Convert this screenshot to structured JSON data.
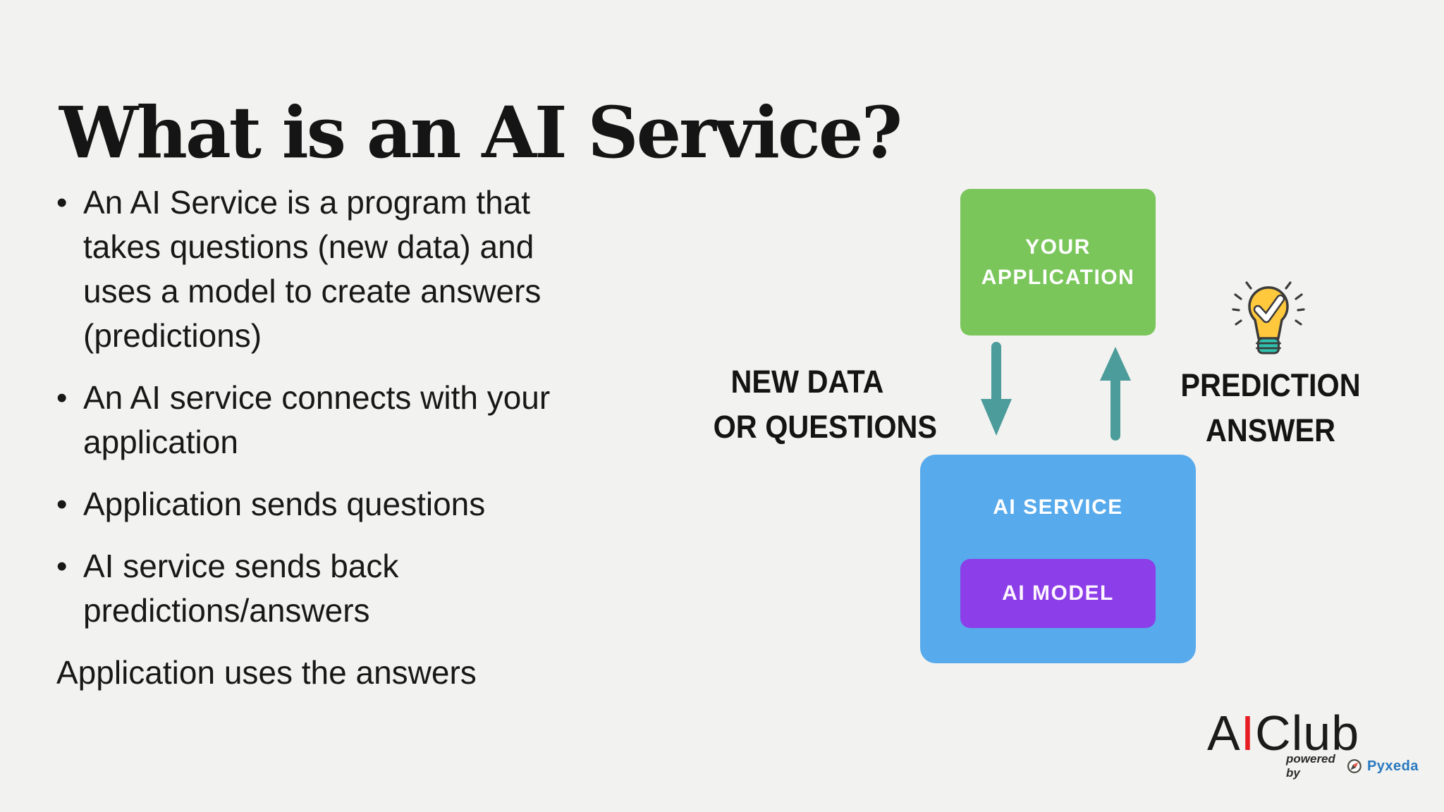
{
  "slide": {
    "title": "What is an AI Service?",
    "bullets": [
      "An AI Service is a program that takes questions (new data) and uses a model to create answers (predictions)",
      "An AI service connects with your application",
      "Application sends questions",
      "AI service sends back predictions/answers"
    ],
    "closing_line": "Application uses the answers",
    "background_color": "#f2f2f0"
  },
  "diagram": {
    "application_box": {
      "label": "YOUR APPLICATION",
      "color": "#7ac65b"
    },
    "request_label": {
      "line1": "NEW DATA",
      "line2": "OR QUESTIONS"
    },
    "response_label": {
      "line1": "PREDICTION",
      "line2": "ANSWER"
    },
    "service_box": {
      "label": "AI SERVICE",
      "color": "#57aaec"
    },
    "model_box": {
      "label": "AI MODEL",
      "color": "#8c3ee8"
    },
    "arrow_color": "#4c9c9b",
    "icons": {
      "bulb": "lightbulb-check-icon"
    }
  },
  "logo": {
    "brand_prefix": "A",
    "brand_accent": "I",
    "brand_suffix": "Club",
    "accent_color": "#e71d24",
    "powered_by": "powered by",
    "partner": "Pyxeda",
    "partner_color": "#2878be",
    "icon": "compass-icon"
  }
}
